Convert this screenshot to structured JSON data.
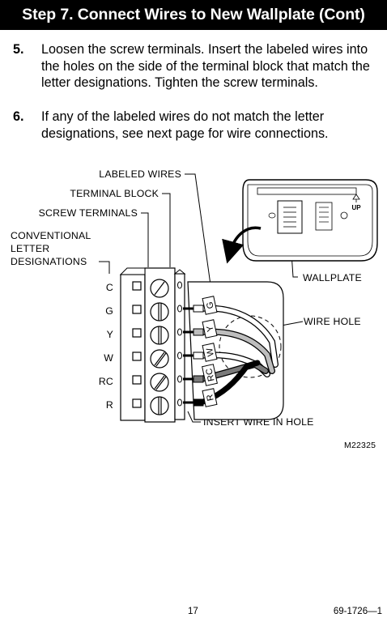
{
  "header": {
    "title": "Step 7. Connect Wires to New Wallplate (Cont)"
  },
  "steps": [
    {
      "number": "5.",
      "text": "Loosen the screw terminals. Insert the labeled wires into the holes on the side of the terminal block that match the letter designations. Tighten the screw terminals."
    },
    {
      "number": "6.",
      "text": "If any of the labeled wires do not match the letter designations, see next page for wire connections."
    }
  ],
  "diagram": {
    "callouts": {
      "labeled_wires": "LABELED WIRES",
      "terminal_block": "TERMINAL BLOCK",
      "screw_terminals": "SCREW TERMINALS",
      "conventional_1": "CONVENTIONAL",
      "conventional_2": "LETTER",
      "conventional_3": "DESIGNATIONS",
      "wallplate": "WALLPLATE",
      "wire_hole": "WIRE HOLE",
      "insert_wire": "INSERT WIRE IN HOLE"
    },
    "terminal_letters": [
      "C",
      "G",
      "Y",
      "W",
      "RC",
      "R"
    ],
    "wire_tags": [
      "G",
      "Y",
      "W",
      "RC",
      "R"
    ],
    "wallplate_badge": "UP",
    "figure_id": "M22325"
  },
  "footer": {
    "page": "17",
    "doc_number": "69-1726—1"
  }
}
